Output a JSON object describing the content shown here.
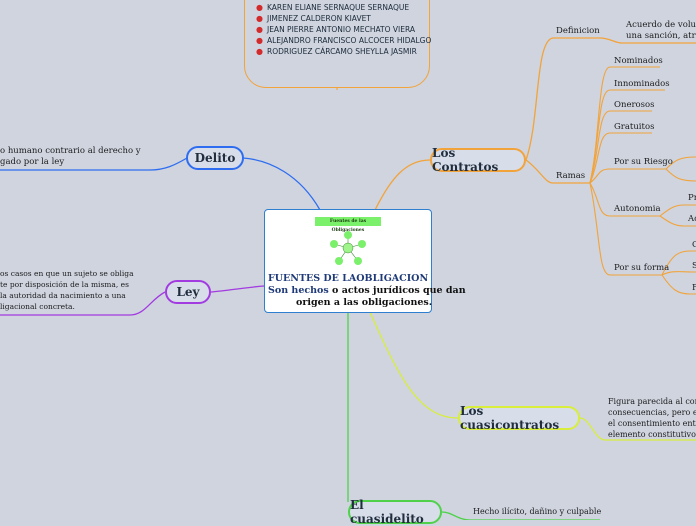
{
  "names": [
    "KAREN ELIANE SERNAQUE SERNAQUE",
    "JIMENEZ CALDERON KIAVET",
    "JEAN PIERRE ANTONIO MECHATO VIERA",
    "ALEJANDRO FRANCISCO ALCOCER HIDALGO",
    "RODRIGUEZ CÁRCAMO SHEYLLA JASMIR"
  ],
  "center": {
    "thumbnail_title": "Fuentes de las Obligaciones",
    "title": "FUENTES DE LAOBLIGACION",
    "desc_highlight": "Son hechos",
    "desc_rest": " o  actos jurídicos que dan",
    "desc_line2": "origen a las obligaciones."
  },
  "branches": {
    "delito": {
      "label": "Delito",
      "text1": "o humano contrario al derecho y",
      "text2": "gado por la ley"
    },
    "ley": {
      "label": "Ley",
      "text1": "os casos en que un sujeto se obliga",
      "text2": "te por disposición de la misma, es",
      "text3": "la autoridad da nacimiento a una",
      "text4": "ligacional concreta."
    },
    "contratos": {
      "label": "Los Contratos",
      "definicion": "Definicion",
      "def_text1": "Acuerdo de volunta",
      "def_text2": "una sanción, atribui",
      "ramas": "Ramas",
      "items": [
        "Nominados",
        "Innominados",
        "Onerosos",
        "Gratuitos",
        "Por su Riesgo",
        "Autonomia",
        "Por su forma"
      ],
      "autonomia_sub": [
        "Pr",
        "Ac"
      ],
      "forma_sub": [
        "C",
        "S",
        "F"
      ]
    },
    "cuasicontratos": {
      "label": "Los cuasicontratos",
      "text1": "Figura parecida al contr",
      "text2": "consecuencias, pero en c",
      "text3": "el consentimiento entre",
      "text4": "elemento constitutivo"
    },
    "cuasidelito": {
      "label": "El cuasidelito",
      "text1": "Hecho ilícito, dañino y culpable"
    }
  },
  "colors": {
    "background": "#cfd4df",
    "delito": "#2e6df0",
    "ley": "#a23be0",
    "contratos": "#f2a33a",
    "cuasicontratos": "#d8ee3a",
    "cuasidelito": "#4fd24a",
    "center_border": "#2e7fd0"
  }
}
